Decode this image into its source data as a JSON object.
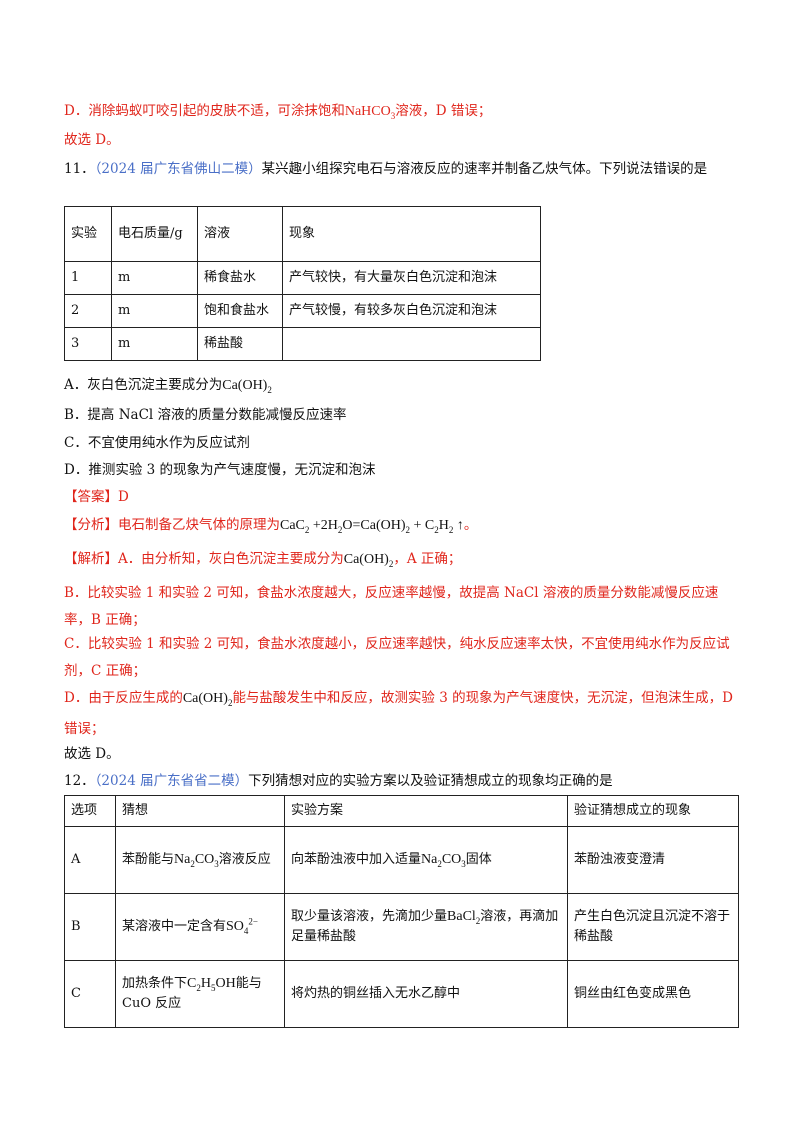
{
  "top": {
    "d_line_a": "D．消除蚂蚁叮咬引起的皮肤不适，可涂抹饱和",
    "d_line_chem": "NaHCO",
    "d_line_sub": "3",
    "d_line_b": "溶液，D 错误；",
    "conclusion": "故选 D。"
  },
  "q11": {
    "num": "11．",
    "source": "（2024 届广东省佛山二模）",
    "stem": "某兴趣小组探究电石与溶液反应的速率并制备乙炔气体。下列说法错误的是",
    "table": {
      "headers": [
        "实验",
        "电石质量/g",
        "溶液",
        "现象"
      ],
      "rows": [
        [
          "1",
          "m",
          "稀食盐水",
          "产气较快，有大量灰白色沉淀和泡沫"
        ],
        [
          "2",
          "m",
          "饱和食盐水",
          "产气较慢，有较多灰白色沉淀和泡沫"
        ],
        [
          "3",
          "m",
          "稀盐酸",
          ""
        ]
      ]
    },
    "option_a": "A．灰白色沉淀主要成分为",
    "option_b": "B．提高 NaCl 溶液的质量分数能减慢反应速率",
    "option_c": "C．不宜使用纯水作为反应试剂",
    "option_d": "D．推测实验 3 的现象为产气速度慢，无沉淀和泡沫",
    "answer_tag": "【答案】",
    "answer": "D",
    "analysis_tag": "【分析】",
    "analysis_text": "电石制备乙炔气体的原理为",
    "analysis_eq_end": "。",
    "explain_tag": "【解析】",
    "explain_a1": "A．由分析知，灰白色沉淀主要成分为",
    "explain_a2": "，A 正确；",
    "explain_b": "B．比较实验 1 和实验 2 可知，食盐水浓度越大，反应速率越慢，故提高 NaCl 溶液的质量分数能减慢反应速率，B 正确；",
    "explain_c": "C．比较实验 1 和实验 2 可知，食盐水浓度越小，反应速率越快，纯水反应速率太快，不宜使用纯水作为反应试剂，C 正确；",
    "explain_d1": "D．由于反应生成的",
    "explain_d2": "能与盐酸发生中和反应，故测实验 3 的现象为产气速度快，无沉淀，但泡沫生成，D 错误；",
    "conclusion": "故选 D。"
  },
  "q12": {
    "num": "12．",
    "source": "（2024 届广东省省二模）",
    "stem": "下列猜想对应的实验方案以及验证猜想成立的现象均正确的是",
    "headers": [
      "选项",
      "猜想",
      "实验方案",
      "验证猜想成立的现象"
    ],
    "rows": [
      {
        "opt": "A",
        "guess_a": "苯酚能与",
        "guess_b": "溶液反应",
        "plan_a": "向苯酚浊液中加入适量",
        "plan_b": "固体",
        "result": "苯酚浊液变澄清"
      },
      {
        "opt": "B",
        "guess_a": "某溶液中一定含有",
        "plan_a": "取少量该溶液，先滴加少量",
        "plan_b": "溶液，再滴加足量稀盐酸",
        "result": "产生白色沉淀且沉淀不溶于稀盐酸"
      },
      {
        "opt": "C",
        "guess_a": "加热条件下",
        "guess_b": "能与",
        "guess_c": "CuO 反应",
        "plan_a": "将灼热的铜丝插入无水乙醇中",
        "result": "铜丝由红色变成黑色"
      }
    ]
  }
}
